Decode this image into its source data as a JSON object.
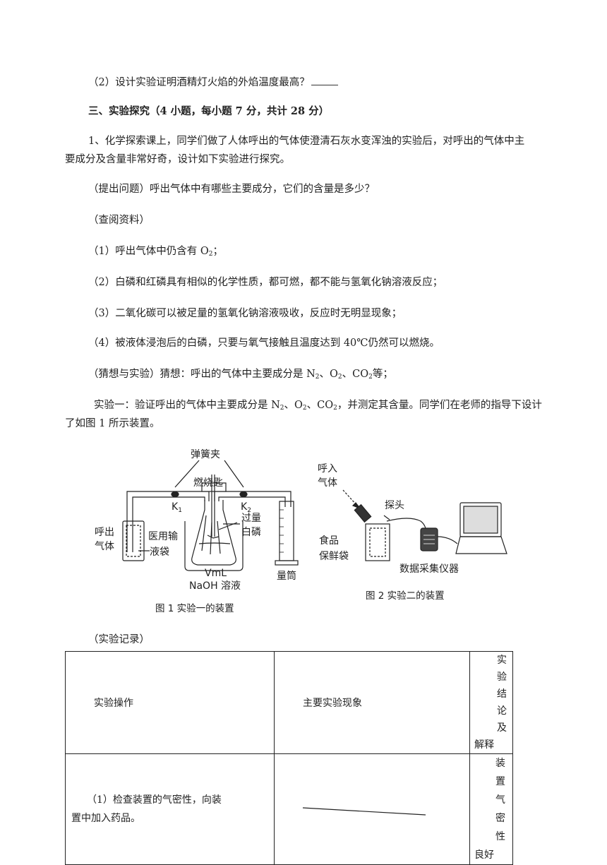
{
  "q2": {
    "text": "（2）设计实验证明酒精灯火焰的外焰温度最高？"
  },
  "section": {
    "title": "三、实验探究（4 小题，每小题 7 分，共计 28 分）"
  },
  "problem1": {
    "intro_line1": "1、化学探索课上，同学们做了人体呼出的气体使澄清石灰水变浑浊的实验后，对呼出的气体中主",
    "intro_line2": "要成分及含量非常好奇，设计如下实验进行探究。",
    "question": "（提出问题）呼出气体中有哪些主要成分，它们的含量是多少？",
    "lookup_title": "（查阅资料）",
    "info1_prefix": "（1）呼出气体中仍含有 O",
    "info1_sub": "2",
    "info1_suffix": "；",
    "info2": "（2）白磷和红磷具有相似的化学性质，都可燃，都不能与氢氧化钠溶液反应；",
    "info3": "（3）二氧化碳可以被足量的氢氧化钠溶液吸收，反应时无明显现象；",
    "info4": "（4）被液体浸泡后的白磷，只要与氧气接触且温度达到 40℃仍然可以燃烧。",
    "guess_prefix": "（猜想与实验）猜想：呼出的气体中主要成分是 N",
    "guess_mid1": "、O",
    "guess_mid2": "、CO",
    "guess_suffix": "等；",
    "exp1_prefix": "实验一：验证呼出的气体中主要成分是 N",
    "exp1_mid1": "、O",
    "exp1_mid2": "、CO",
    "exp1_suffix": "，并测定其含量。同学们在老师的指导下设计",
    "exp1_line2": "了如图 1 所示装置。",
    "sub2": "2"
  },
  "figure1": {
    "spring_clip": "弹簧夹",
    "spoon": "燃烧匙",
    "k1": "K",
    "k1_sub": "1",
    "k2": "K",
    "k2_sub": "2",
    "exhaled_1": "呼出",
    "exhaled_2": "气体",
    "bag_1": "医用输",
    "bag_2": "液袋",
    "excess_1": "过量",
    "excess_2": "白磷",
    "volume": "VmL",
    "naoh": "NaOH 溶液",
    "cylinder": "量筒",
    "caption": "图 1  实验一的装置"
  },
  "figure2": {
    "inhale_1": "呼入",
    "inhale_2": "气体",
    "probe": "探头",
    "food_1": "食品",
    "food_2": "保鲜袋",
    "collector": "数据采集仪器",
    "caption": "图 2  实验二的装置"
  },
  "record": {
    "title": "（实验记录）",
    "headers": [
      "实验操作",
      "主要实验现象",
      "实验结论及",
      "解释"
    ],
    "row1_op_1": "（1）检查装置的气密性，向装",
    "row1_op_2": "置中加入药品。",
    "row1_concl_1": "装置气密性",
    "row1_concl_2": "良好"
  }
}
